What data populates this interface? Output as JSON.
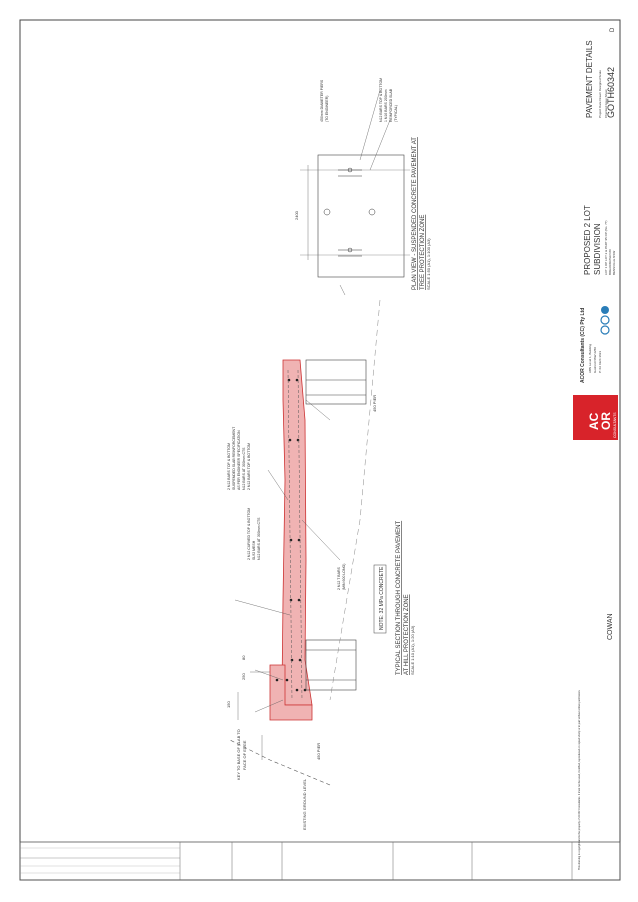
{
  "title_block": {
    "drawing_title": "PAVEMENT DETAILS",
    "project_title_line1": "PROPOSED 2 LOT",
    "project_title_line2": "SUBDIVISION",
    "drawing_number": "GOTH60342",
    "revision": "D",
    "company_name": "ACOR Consultants (CC) Pty Ltd",
    "logo_text_1": "AC",
    "logo_text_2": "OR",
    "logo_caption": "CONSULTANTS",
    "client": "COWAN"
  },
  "section_view": {
    "title_line1": "TYPICAL SECTION THROUGH CONCRETE PAVEMENT",
    "title_line2": "AT HILL PROTECTION ZONE",
    "scale": "SCALE 1:10 (A1), 1:20 (A3)",
    "note": "NOTE: 32 MPa CONCRETE",
    "label_left_1": "KEY TO BASE OF SLAB TO",
    "label_left_2": "FACE OF EDGE",
    "label_ground": "EXISTING GROUND LEVEL",
    "label_pier_left": "450 PIER",
    "label_pier_right": "450 PIER",
    "dim_top": "150",
    "dim_side": "250",
    "dim_small": "80"
  },
  "plan_view": {
    "title_line1": "PLAN VIEW - SUSPENDED CONCRETE PAVEMENT AT",
    "title_line2": "TREE PROTECTION ZONE",
    "scale": "SCALE 1:50 (A1), 1:100 (A3)",
    "dim": "2400"
  }
}
